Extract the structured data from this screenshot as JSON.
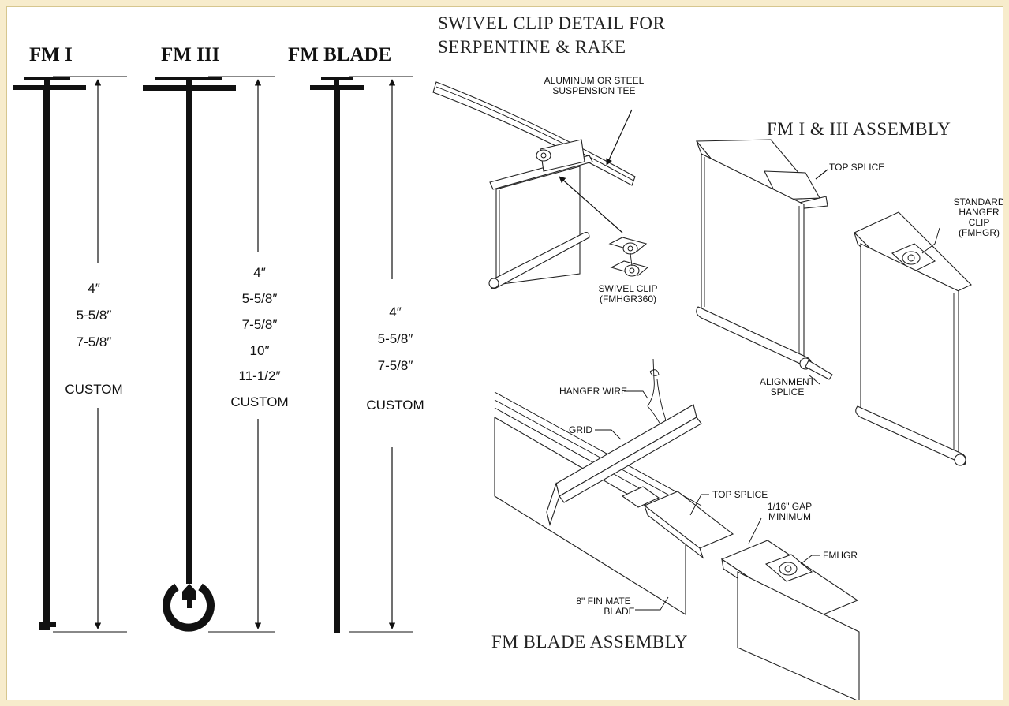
{
  "profiles": [
    {
      "name": "FM I",
      "sizes": [
        "4″",
        "5-5/8″",
        "7-5/8″",
        "CUSTOM"
      ]
    },
    {
      "name": "FM III",
      "sizes": [
        "4″",
        "5-5/8″",
        "7-5/8″",
        "10″",
        "11-1/2″",
        "CUSTOM"
      ]
    },
    {
      "name": "FM BLADE",
      "sizes": [
        "4″",
        "5-5/8″",
        "7-5/8″",
        "CUSTOM"
      ]
    }
  ],
  "swivel_detail": {
    "title_line1": "SWIVEL CLIP DETAIL FOR",
    "title_line2": "SERPENTINE & RAKE",
    "tee_label_line1": "ALUMINUM OR STEEL",
    "tee_label_line2": "SUSPENSION TEE",
    "clip_label_line1": "SWIVEL CLIP",
    "clip_label_line2": "(FMHGR360)"
  },
  "fm13_assembly": {
    "title": "FM I & III ASSEMBLY",
    "top_splice": "TOP SPLICE",
    "std_hanger_line1": "STANDARD",
    "std_hanger_line2": "HANGER",
    "std_hanger_line3": "CLIP",
    "std_hanger_line4": "(FMHGR)",
    "alignment_line1": "ALIGNMENT",
    "alignment_line2": "SPLICE"
  },
  "blade_assembly": {
    "title": "FM BLADE ASSEMBLY",
    "hanger_wire": "HANGER WIRE",
    "grid": "GRID",
    "top_splice": "TOP SPLICE",
    "gap_line1": "1/16\" GAP",
    "gap_line2": "MINIMUM",
    "fmhgr": "FMHGR",
    "fin_line1": "8\" FIN MATE",
    "fin_line2": "BLADE"
  }
}
